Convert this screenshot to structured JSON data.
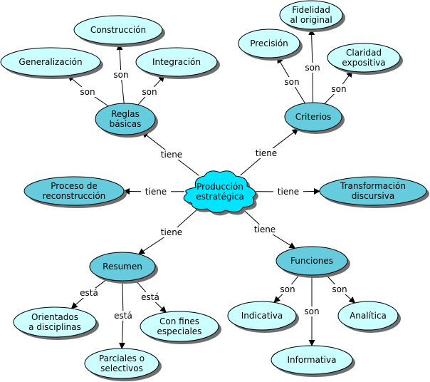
{
  "colors": {
    "light_node": "#ccffff",
    "dark_node": "#66ccdd",
    "center_node": "#00e5ff",
    "shadow": "#6f6f6f",
    "line": "#000000"
  },
  "center": {
    "label": [
      "Producción",
      "estratégica"
    ]
  },
  "nodes": {
    "reglas": {
      "label": [
        "Reglas",
        "básicas"
      ]
    },
    "criterios": {
      "label": [
        "Criterios"
      ]
    },
    "proceso": {
      "label": [
        "Proceso de",
        "reconstrucción"
      ]
    },
    "transformacion": {
      "label": [
        "Transformación",
        "discursiva"
      ]
    },
    "resumen": {
      "label": [
        "Resumen"
      ]
    },
    "funciones": {
      "label": [
        "Funciones"
      ]
    },
    "construccion": {
      "label": [
        "Construcción"
      ]
    },
    "generalizacion": {
      "label": [
        "Generalización"
      ]
    },
    "integracion": {
      "label": [
        "Integración"
      ]
    },
    "fidelidad": {
      "label": [
        "Fidelidad",
        "al original"
      ]
    },
    "precision": {
      "label": [
        "Precisión"
      ]
    },
    "claridad": {
      "label": [
        "Claridad",
        "expositiva"
      ]
    },
    "orientados": {
      "label": [
        "Orientados",
        "a disciplinas"
      ]
    },
    "parciales": {
      "label": [
        "Parciales o",
        "selectivos"
      ]
    },
    "confines": {
      "label": [
        "Con fines",
        "especiales"
      ]
    },
    "indicativa": {
      "label": [
        "Indicativa"
      ]
    },
    "informativa": {
      "label": [
        "Informativa"
      ]
    },
    "analitica": {
      "label": [
        "Analítica"
      ]
    }
  },
  "links": {
    "center_reglas": "tiene",
    "center_criterios": "tiene",
    "center_proceso": "tiene",
    "center_transformacion": "tiene",
    "center_resumen": "tiene",
    "center_funciones": "tiene",
    "reglas_construccion": "son",
    "reglas_generalizacion": "son",
    "reglas_integracion": "son",
    "criterios_fidelidad": "son",
    "criterios_precision": "son",
    "criterios_claridad": "son",
    "resumen_orientados": "está",
    "resumen_parciales": "está",
    "resumen_confines": "está",
    "funciones_indicativa": "son",
    "funciones_informativa": "son",
    "funciones_analitica": "son"
  }
}
